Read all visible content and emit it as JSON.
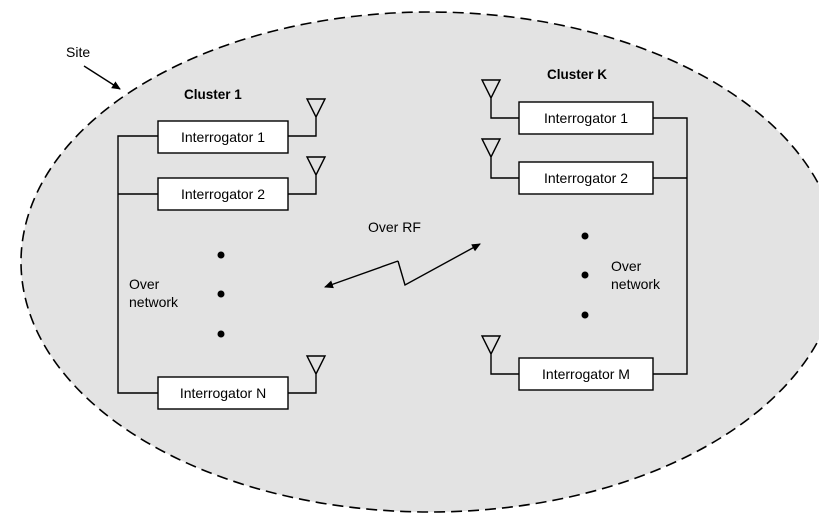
{
  "site_label": "Site",
  "cluster_left": {
    "title": "Cluster 1",
    "interrogators": [
      "Interrogator 1",
      "Interrogator 2",
      "Interrogator N"
    ],
    "network_label": [
      "Over",
      "network"
    ]
  },
  "cluster_right": {
    "title": "Cluster K",
    "interrogators": [
      "Interrogator 1",
      "Interrogator 2",
      "Interrogator M"
    ],
    "network_label": [
      "Over",
      "network"
    ]
  },
  "rf_label": "Over RF",
  "colors": {
    "site_fill": "#e3e3e3",
    "stroke": "#000000",
    "box_fill": "#ffffff"
  }
}
